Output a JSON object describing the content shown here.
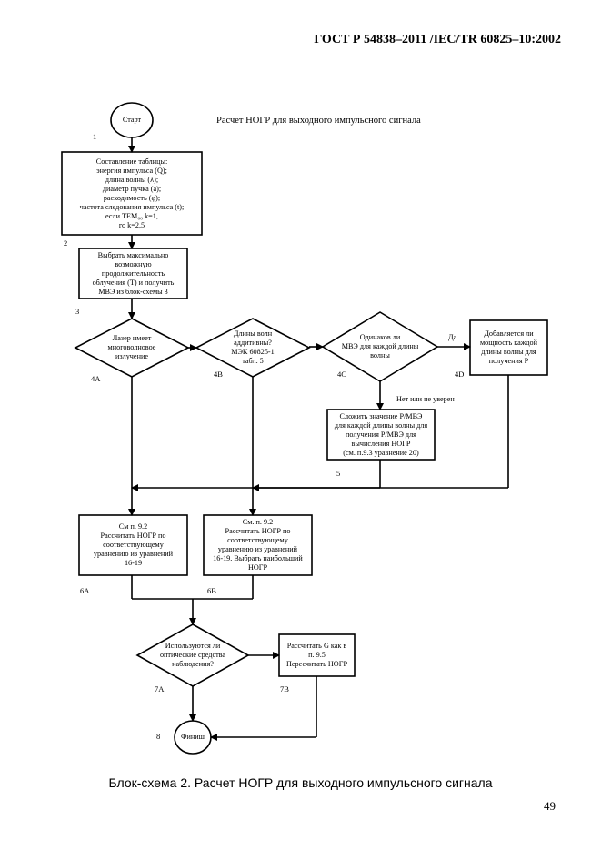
{
  "header": {
    "standard": "ГОСТ Р 54838–2011 /IEC/TR 60825–10:2002"
  },
  "diagram": {
    "title": "Расчет НОГР для выходного импульсного сигнала",
    "nodes": {
      "start": "Старт",
      "table": {
        "lines": [
          "Составление таблицы:",
          "энергия импульса (Q);",
          "длина волны (λ);",
          "диаметр пучка (a);",
          "расходимость (φ);",
          "частота следования импульса (t);",
          "если TEM₀₀ k=1,",
          "го k=2,5"
        ]
      },
      "select": {
        "lines": [
          "Выбрать максимально",
          "возможную",
          "продолжительность",
          "облучения (T) и получить",
          "МВЭ из блок-схемы 3"
        ]
      },
      "d4a": {
        "lines": [
          "Лазер имеет",
          "многоволновое",
          "излучение"
        ]
      },
      "d4b": {
        "lines": [
          "Длины волн",
          "аддитивны?",
          "МЭК 60825-1",
          "табл. 5"
        ]
      },
      "d4c": {
        "lines": [
          "Одинаков ли",
          "МВЭ для каждой длины",
          "волны"
        ]
      },
      "b4d": {
        "lines": [
          "Добавляется ли",
          "мощность каждой",
          "длины волны для",
          "получения P"
        ]
      },
      "b5": {
        "lines": [
          "Сложить значение P/МВЭ",
          "для каждой длины волны для",
          "получения P/МВЭ для",
          "вычисления НОГР",
          "(см. п.9.3 уравнение 20)"
        ]
      },
      "b6a": {
        "lines": [
          "См  п. 9.2",
          "Рассчитать НОГР по",
          "соответствующему",
          "уравнению из уравнений",
          "16-19"
        ]
      },
      "b6b": {
        "lines": [
          "См. п. 9.2",
          "Рассчитать НОГР по",
          "соответствующему",
          "уравнению из уравнений",
          "16-19. Выбрать наибольший",
          "НОГР"
        ]
      },
      "d7a": {
        "lines": [
          "Используются ли",
          "оптические средства",
          "наблюдения?"
        ]
      },
      "b7b": {
        "lines": [
          "Рассчитать G как в",
          "п. 9.5",
          "Пересчитать НОГР"
        ]
      },
      "finish": "Финиш"
    },
    "step_labels": {
      "s1": "1",
      "s2": "2",
      "s3": "3",
      "s4a": "4A",
      "s4b": "4B",
      "s4c": "4C",
      "s4d": "4D",
      "s5": "5",
      "s6a": "6A",
      "s6b": "6B",
      "s7a": "7A",
      "s7b": "7B",
      "s8": "8"
    },
    "edge_labels": {
      "yes": "Да",
      "no_unsure": "Нет или не уверен"
    }
  },
  "caption": "Блок-схема 2. Расчет НОГР для выходного импульсного сигнала",
  "page_number": "49"
}
